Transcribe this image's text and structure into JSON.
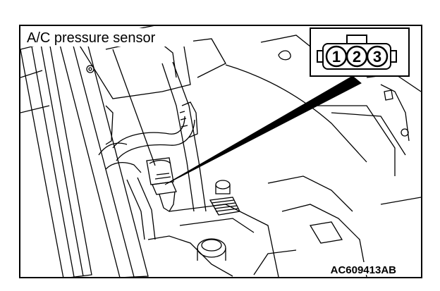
{
  "figure": {
    "title": "A/C pressure sensor",
    "figure_code": "AC609413AB",
    "connector": {
      "pins": [
        "1",
        "2",
        "3"
      ]
    }
  }
}
